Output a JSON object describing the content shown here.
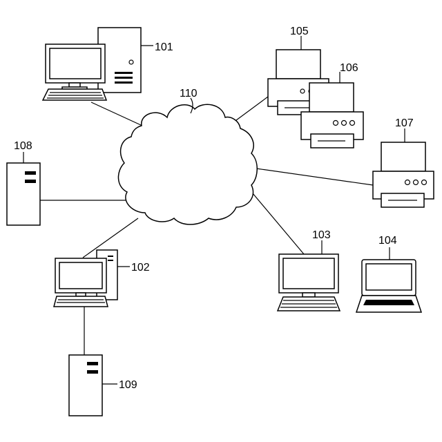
{
  "labels": {
    "desktop_101": "101",
    "desktop_102": "102",
    "monitor_103": "103",
    "laptop_104": "104",
    "printer_105": "105",
    "printer_106": "106",
    "printer_107": "107",
    "server_108": "108",
    "server_109": "109",
    "network_110": "110"
  }
}
